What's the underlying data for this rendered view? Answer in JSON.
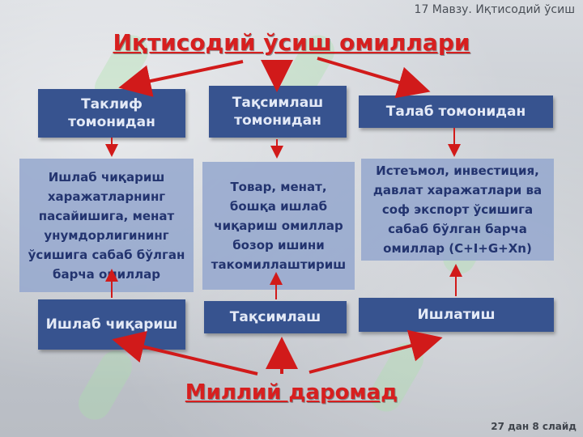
{
  "header": {
    "slide_topic": "17 Мавзу. Иқтисодий ўсиш"
  },
  "title": {
    "top": "Иқтисодий ўсиш омиллари",
    "bottom": "Миллий даромад"
  },
  "columns": [
    {
      "top_label": "Таклиф томонидан",
      "content": "Ишлаб чиқариш харажатларнинг пасайишига, менат унумдорлигининг ўсишига сабаб бўлган барча омиллар",
      "bottom_label": "Ишлаб чиқариш"
    },
    {
      "top_label": "Тақсимлаш томонидан",
      "content": "Товар, менат, бошқа ишлаб чиқариш омиллар бозор ишини такомиллаштириш",
      "bottom_label": "Тақсимлаш"
    },
    {
      "top_label": "Талаб томонидан",
      "content": "Истеъмол, инвестиция, давлат харажатлари ва соф экспорт ўсишига сабаб бўлган барча омиллар (C+I+G+Xn)",
      "bottom_label": "Ишлатиш"
    }
  ],
  "footer": {
    "page_counter": "27 дан 8 слайд"
  },
  "colors": {
    "arrow": "#d11a1a",
    "header_box": "#37538f",
    "content_box": "#96a8ce",
    "title": "#d71f1f"
  }
}
